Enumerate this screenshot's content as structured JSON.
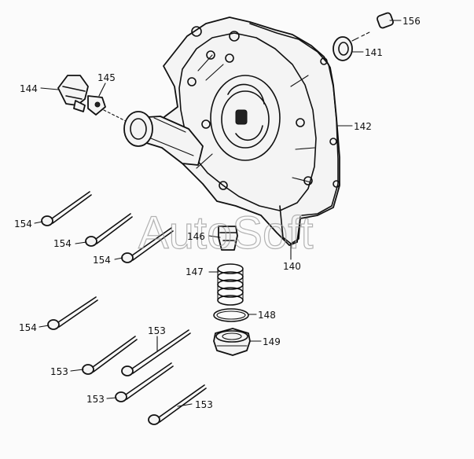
{
  "watermark": "AutoSoft",
  "labels": {
    "l156": "156",
    "l141": "141",
    "l142": "142",
    "l144": "144",
    "l145": "145",
    "l146": "146",
    "l140": "140",
    "l147": "147",
    "l148": "148",
    "l149": "149",
    "l154a": "154",
    "l154b": "154",
    "l154c": "154",
    "l154d": "154",
    "l153a": "153",
    "l153b": "153",
    "l153c": "153",
    "l153d": "153"
  }
}
